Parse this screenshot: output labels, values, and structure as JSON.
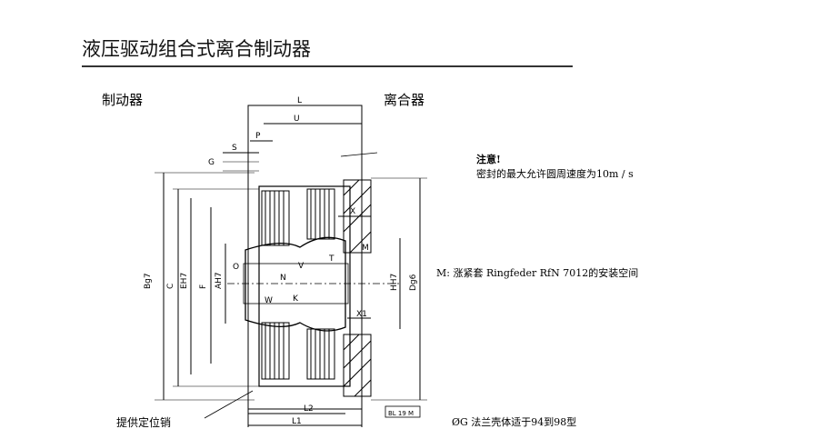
{
  "title": "液压驱动组合式离合制动器",
  "labels": {
    "brake": "制动器",
    "clutch": "离合器"
  },
  "note": {
    "title": "注意!",
    "text": "密封的最大允许圆周速度为10m / s"
  },
  "m_note": "M:  涨紧套  Ringfeder RfN 7012的安装空间",
  "pin_note": "提供定位销",
  "og_note": "ØG  法兰壳体适于94到98型",
  "drawing_id": "BL 19 M",
  "dimensions": {
    "L": "L",
    "U": "U",
    "P": "P",
    "S": "S",
    "G": "G",
    "X": "X",
    "M": "M",
    "V": "V",
    "T": "T",
    "O": "O",
    "N": "N",
    "W": "W",
    "K": "K",
    "X1": "X1",
    "L1": "L1",
    "L2": "L2",
    "B": "Bg7",
    "C": "C",
    "E": "EH7",
    "F": "F",
    "A": "AH7",
    "H": "HH7",
    "D": "Dg6"
  }
}
